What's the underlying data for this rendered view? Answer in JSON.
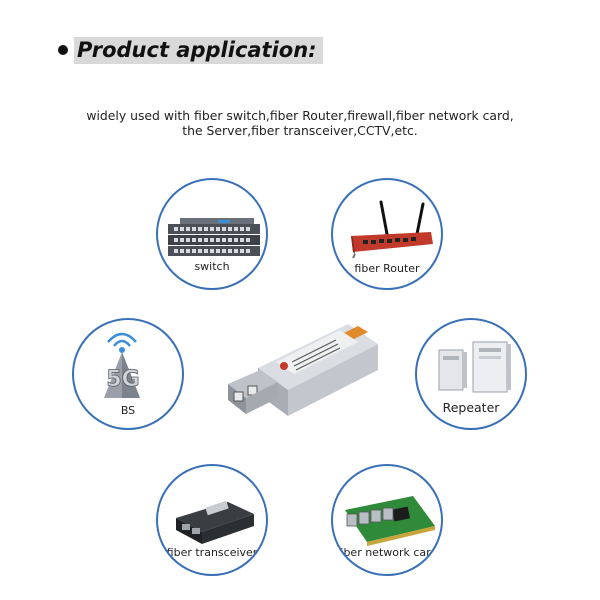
{
  "heading": {
    "text": "Product application:"
  },
  "description": {
    "line1": "widely used with fiber switch,fiber Router,firewall,fiber network card,",
    "line2": "the Server,fiber transceiver,CCTV,etc."
  },
  "applications": {
    "switch": {
      "label": "switch",
      "icon": "network-switch-icon"
    },
    "router": {
      "label": "fiber Router",
      "icon": "router-icon"
    },
    "bs": {
      "label": "BS",
      "icon": "5g-tower-icon"
    },
    "repeater": {
      "label": "Repeater",
      "icon": "repeater-cabinet-icon"
    },
    "transceiver": {
      "label": "fiber transceiver",
      "icon": "media-converter-icon"
    },
    "network_card": {
      "label": "fiber network card",
      "icon": "nic-card-icon"
    }
  },
  "colors": {
    "circle_border": "#3a70b8",
    "heading_bg": "#d9d9d9",
    "router_red": "#c0392b"
  }
}
